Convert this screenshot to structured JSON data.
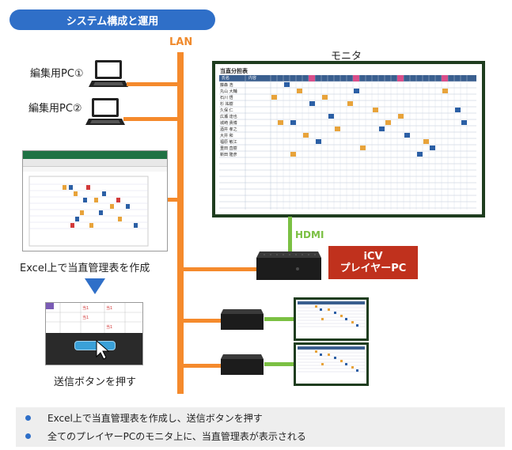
{
  "title": "システム構成と運用",
  "lan_label": "LAN",
  "pcs": [
    {
      "label": "編集用PC①"
    },
    {
      "label": "編集用PC②"
    }
  ],
  "monitor_label": "モニタ",
  "hdmi_label": "HDMI",
  "player_box": {
    "line1": "iCV",
    "line2": "プレイヤーPC"
  },
  "schedule_title": "当直分担表",
  "schedule_headers": {
    "name": "氏名",
    "role": "内容"
  },
  "schedule_names": [
    "藤森 浩",
    "丸山 大輔",
    "石川 悟",
    "杉 祐樹",
    "久保 仁",
    "広瀬 達也",
    "城崎 貴博",
    "酒井 孝之",
    "大井 和",
    "福原 敏江",
    "重田 直樹",
    "新田 隆彦"
  ],
  "excel_caption": "Excel上で当直管理表を作成",
  "send_caption": "送信ボタンを押す",
  "bullets": [
    "Excel上で当直管理表を作成し、送信ボタンを押す",
    "全てのプレイヤーPCのモニタ上に、当直管理表が表示される"
  ],
  "colors": {
    "accent": "#2f6fc8",
    "lan": "#f58a2c",
    "hdmi": "#7bc043",
    "player_box": "#c0311d",
    "monitor_frame": "#1f3d1f"
  }
}
